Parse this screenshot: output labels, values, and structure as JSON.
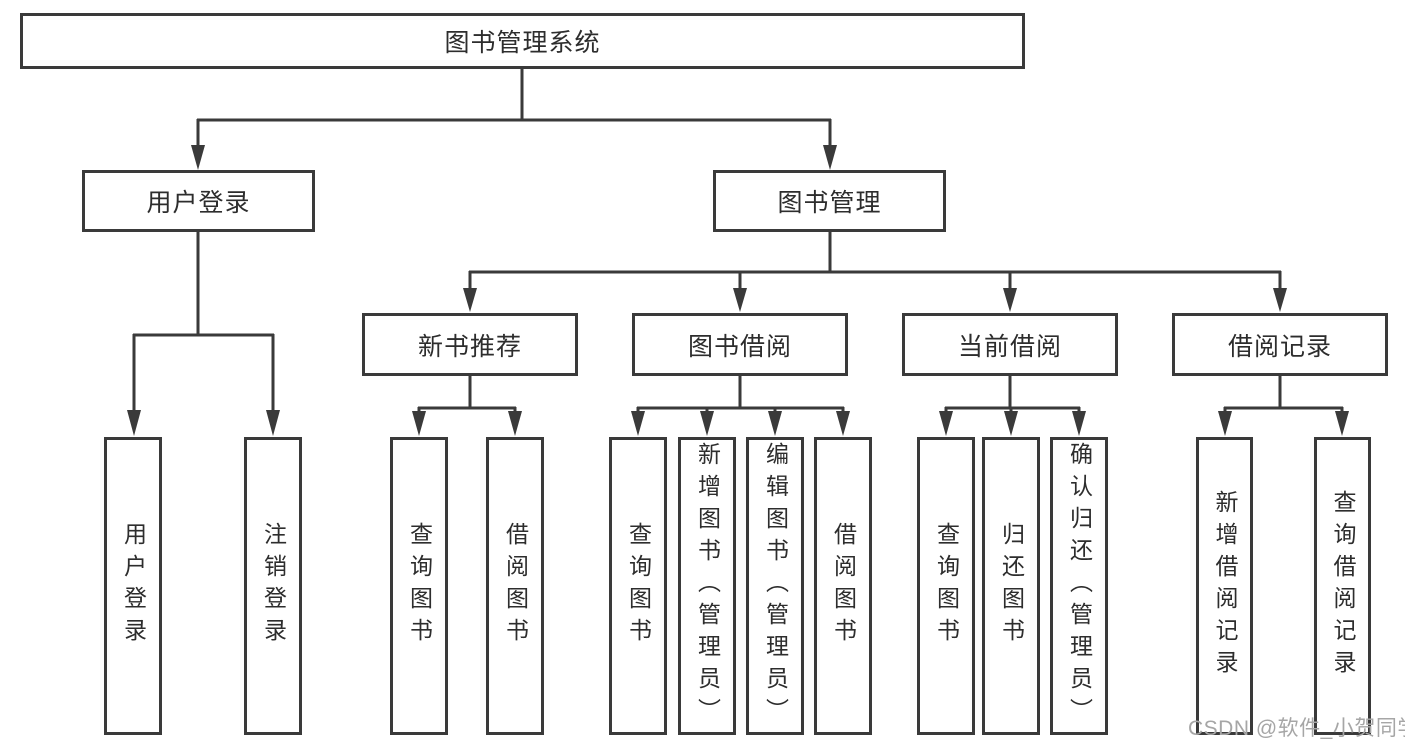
{
  "diagram": {
    "root_label": "图书管理系统",
    "children": [
      {
        "label": "用户登录",
        "children": [
          {
            "label": "用户登录"
          },
          {
            "label": "注销登录"
          }
        ]
      },
      {
        "label": "图书管理",
        "children": [
          {
            "label": "新书推荐",
            "children": [
              {
                "label": "查询图书"
              },
              {
                "label": "借阅图书"
              }
            ]
          },
          {
            "label": "图书借阅",
            "children": [
              {
                "label": "查询图书"
              },
              {
                "label": "新增图书（管理员）"
              },
              {
                "label": "编辑图书（管理员）"
              },
              {
                "label": "借阅图书"
              }
            ]
          },
          {
            "label": "当前借阅",
            "children": [
              {
                "label": "查询图书"
              },
              {
                "label": "归还图书"
              },
              {
                "label": "确认归还（管理员）"
              }
            ]
          },
          {
            "label": "借阅记录",
            "children": [
              {
                "label": "新增借阅记录"
              },
              {
                "label": "查询借阅记录"
              }
            ]
          }
        ]
      }
    ]
  },
  "watermark": {
    "text": "CSDN @软件_小贺同学"
  },
  "colors": {
    "line": "#3a3a3a",
    "text": "#2d2d2d",
    "watermark": "#a6a6a6",
    "background": "#ffffff"
  }
}
